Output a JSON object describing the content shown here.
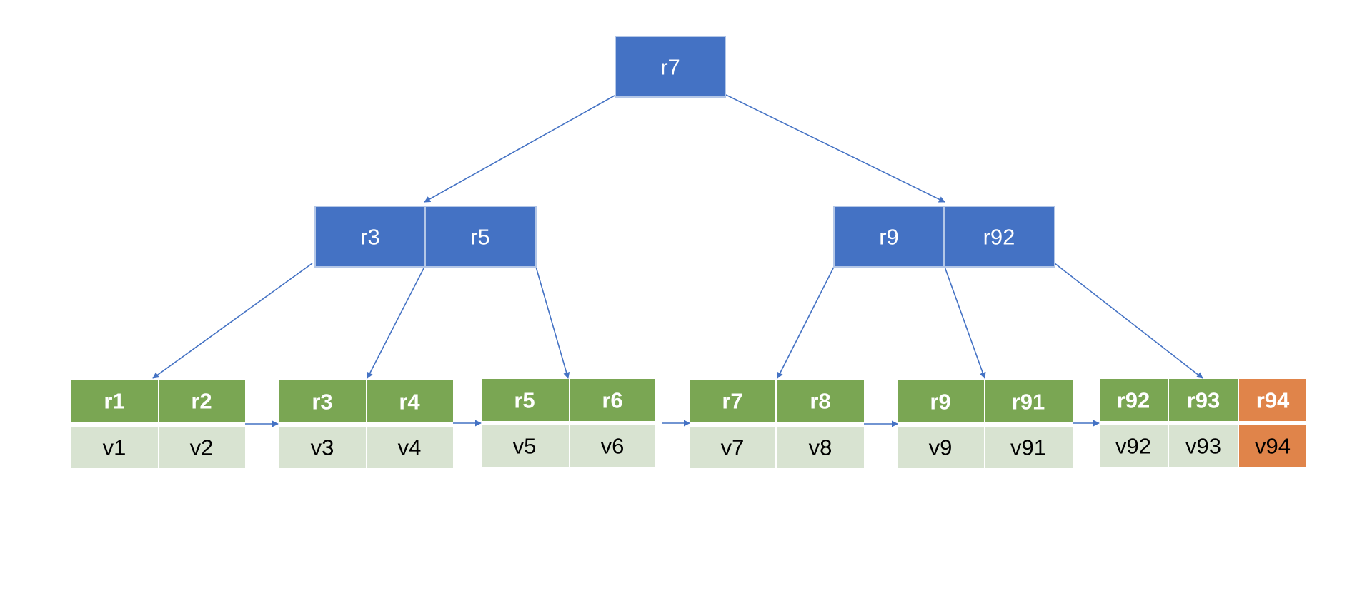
{
  "colors": {
    "internal": "#4472c4",
    "internal_border": "#b4c7e7",
    "leaf_key": "#7aa653",
    "leaf_value": "#d8e3d1",
    "highlight": "#e0844a",
    "edge": "#4472c4"
  },
  "root": {
    "keys": [
      "r7"
    ]
  },
  "internal": [
    {
      "keys": [
        "r3",
        "r5"
      ]
    },
    {
      "keys": [
        "r9",
        "r92"
      ]
    }
  ],
  "leaves": [
    {
      "keys": [
        "r1",
        "r2"
      ],
      "values": [
        "v1",
        "v2"
      ],
      "highlight": [
        false,
        false
      ]
    },
    {
      "keys": [
        "r3",
        "r4"
      ],
      "values": [
        "v3",
        "v4"
      ],
      "highlight": [
        false,
        false
      ]
    },
    {
      "keys": [
        "r5",
        "r6"
      ],
      "values": [
        "v5",
        "v6"
      ],
      "highlight": [
        false,
        false
      ]
    },
    {
      "keys": [
        "r7",
        "r8"
      ],
      "values": [
        "v7",
        "v8"
      ],
      "highlight": [
        false,
        false
      ]
    },
    {
      "keys": [
        "r9",
        "r91"
      ],
      "values": [
        "v9",
        "v91"
      ],
      "highlight": [
        false,
        false
      ]
    },
    {
      "keys": [
        "r92",
        "r93",
        "r94"
      ],
      "values": [
        "v92",
        "v93",
        "v94"
      ],
      "highlight": [
        false,
        false,
        true
      ]
    }
  ]
}
